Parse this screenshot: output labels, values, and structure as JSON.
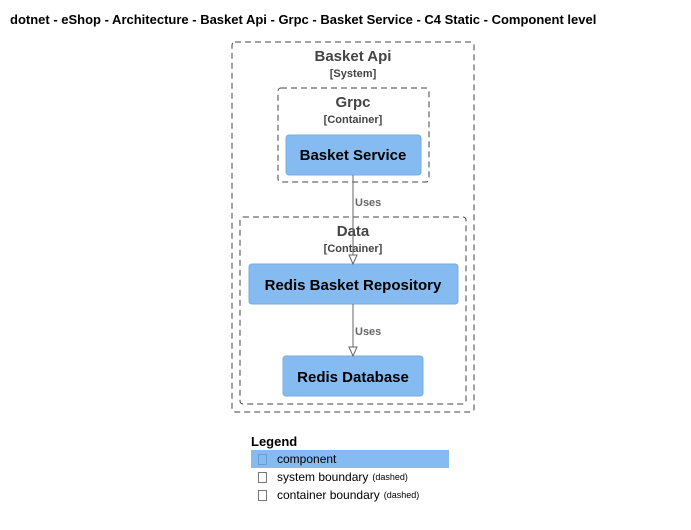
{
  "title": "dotnet - eShop - Architecture - Basket Api - Grpc - Basket Service - C4 Static - Component level",
  "boundaries": {
    "system": {
      "name": "Basket Api",
      "type": "[System]"
    },
    "grpc": {
      "name": "Grpc",
      "type": "[Container]"
    },
    "data": {
      "name": "Data",
      "type": "[Container]"
    }
  },
  "components": {
    "basket_service": "Basket Service",
    "redis_repository": "Redis Basket Repository",
    "redis_database": "Redis Database"
  },
  "relations": {
    "service_to_repository": "Uses",
    "repository_to_database": "Uses"
  },
  "legend": {
    "title": "Legend",
    "items": [
      {
        "label": "component",
        "note": ""
      },
      {
        "label": "system boundary",
        "note": "(dashed)"
      },
      {
        "label": "container boundary",
        "note": "(dashed)"
      }
    ]
  },
  "colors": {
    "component_fill": "#85bbf0",
    "boundary_stroke": "#444444",
    "relation_stroke": "#666666"
  }
}
